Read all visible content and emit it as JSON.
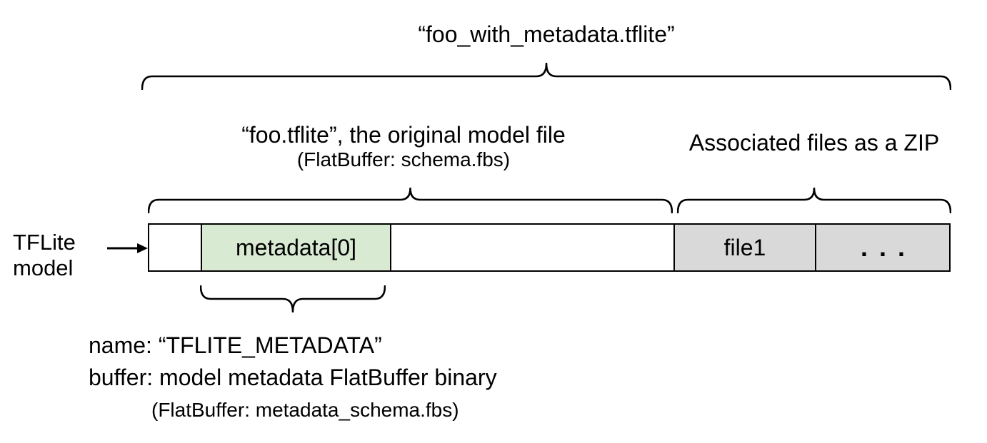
{
  "title": "“foo_with_metadata.tflite”",
  "labels": {
    "model_file": {
      "line1": "“foo.tflite”, the original model file",
      "line2": "(FlatBuffer: schema.fbs)"
    },
    "associated_files": "Associated files as a ZIP",
    "tflite_model": {
      "line1": "TFLite",
      "line2": "model"
    }
  },
  "bar": {
    "segments": [
      {
        "name": "header",
        "label": ""
      },
      {
        "name": "metadata0",
        "label": "metadata[0]"
      },
      {
        "name": "model-body",
        "label": ""
      },
      {
        "name": "file1",
        "label": "file1"
      },
      {
        "name": "more-files",
        "label": "..."
      }
    ]
  },
  "metadata_note": {
    "line1": "name: “TFLITE_METADATA”",
    "line2": "buffer: model metadata FlatBuffer binary",
    "line3": "(FlatBuffer: metadata_schema.fbs)"
  },
  "colors": {
    "metadata_fill": "#d9ead3",
    "associated_fill": "#d9d9d9",
    "stroke": "#000000",
    "text": "#000000"
  }
}
